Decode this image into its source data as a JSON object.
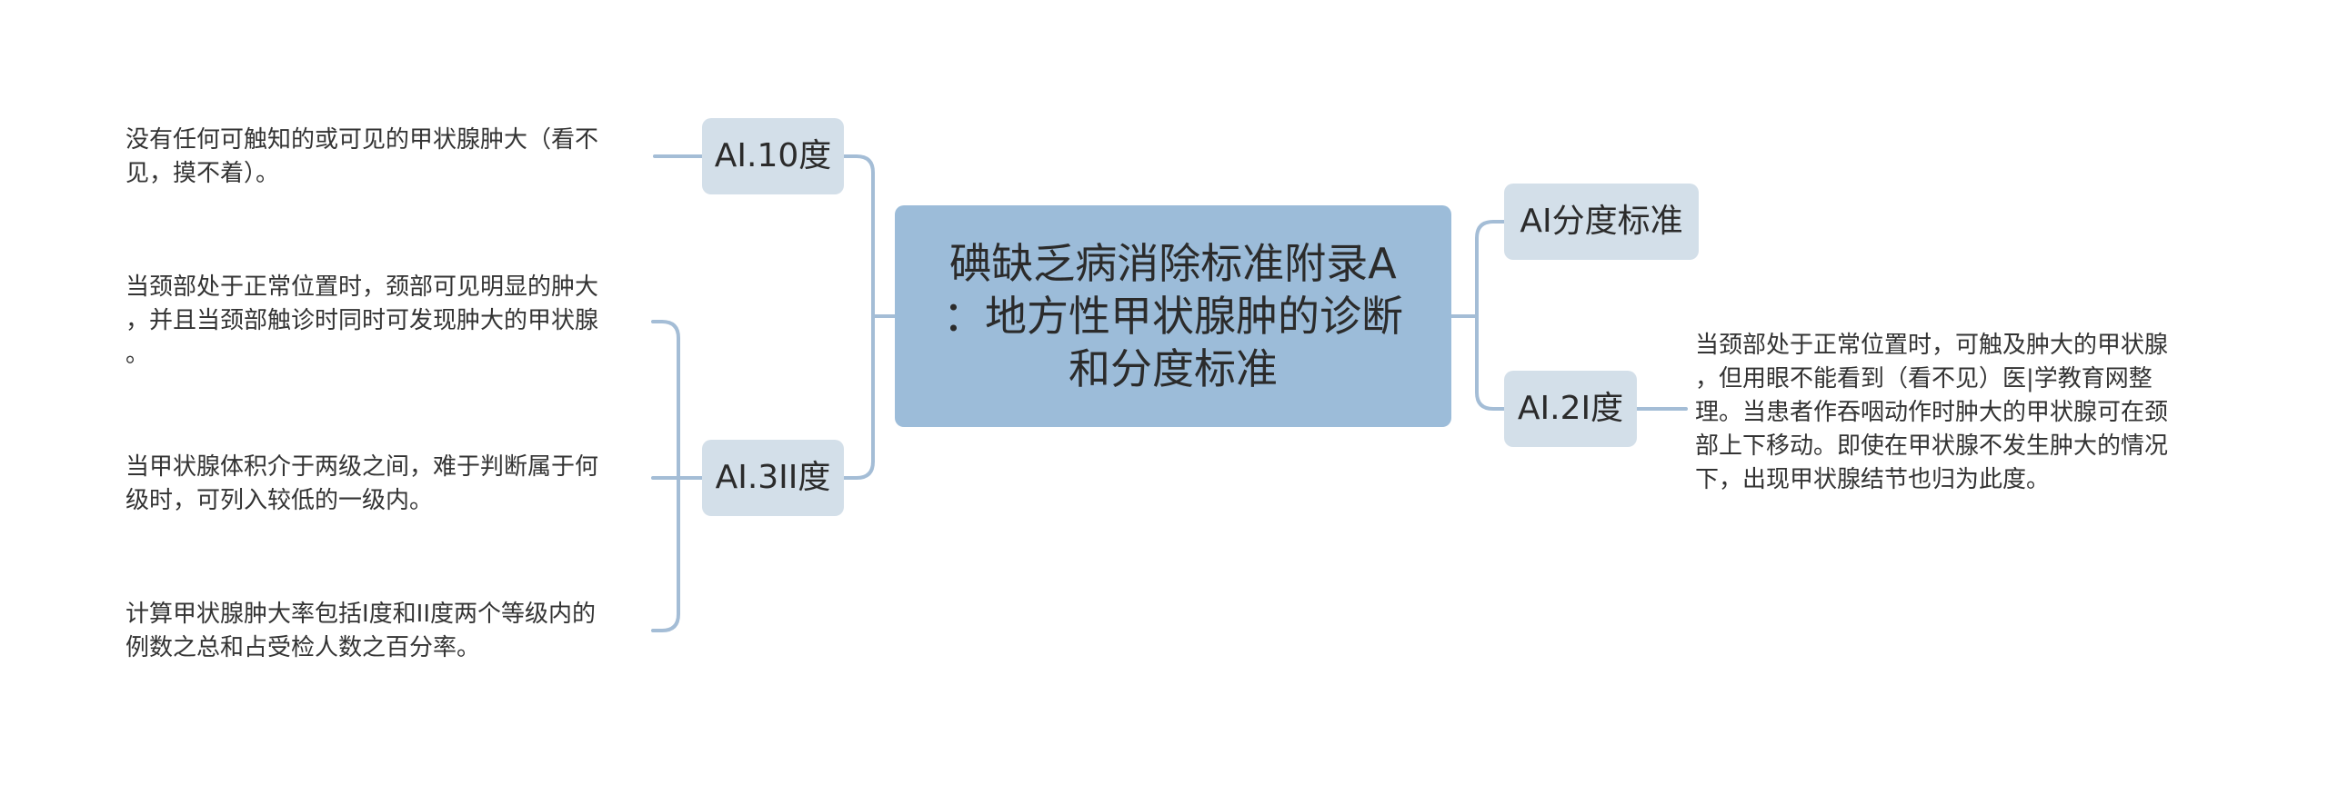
{
  "mindmap": {
    "root": {
      "label": "碘缺乏病消除标准附录A：地方性甲状腺肿的诊断和分度标准",
      "lines": [
        "碘缺乏病消除标准附录A",
        "：地方性甲状腺肿的诊断",
        "和分度标准"
      ]
    },
    "branches": {
      "a10": {
        "label": "AI.10度",
        "items": [
          {
            "text": "没有任何可触知的或可见的甲状腺肿大（看不见，摸不着）。",
            "lines": [
              "没有任何可触知的或可见的甲状腺肿大（看不",
              "见，摸不着）。"
            ]
          }
        ]
      },
      "a3": {
        "label": "AI.3II度",
        "items": [
          {
            "text": "当颈部处于正常位置时，颈部可见明显的肿大，并且当颈部触诊时同时可发现肿大的甲状腺。",
            "lines": [
              "当颈部处于正常位置时，颈部可见明显的肿大",
              "，并且当颈部触诊时同时可发现肿大的甲状腺",
              "。"
            ]
          },
          {
            "text": "当甲状腺体积介于两级之间，难于判断属于何级时，可列入较低的一级内。",
            "lines": [
              "当甲状腺体积介于两级之间，难于判断属于何",
              "级时，可列入较低的一级内。"
            ]
          },
          {
            "text": "计算甲状腺肿大率包括I度和II度两个等级内的例数之总和占受检人数之百分率。",
            "lines": [
              "计算甲状腺肿大率包括I度和II度两个等级内的",
              "例数之总和占受检人数之百分率。"
            ]
          }
        ]
      },
      "ai": {
        "label": "AI分度标准",
        "items": []
      },
      "a2": {
        "label": "AI.2I度",
        "items": [
          {
            "text": "当颈部处于正常位置时，可触及肿大的甲状腺，但用眼不能看到（看不见）医|学教育网整理。当患者作吞咽动作时肿大的甲状腺可在颈部上下移动。即使在甲状腺不发生肿大的情况下，出现甲状腺结节也归为此度。",
            "lines": [
              "当颈部处于正常位置时，可触及肿大的甲状腺",
              "，但用眼不能看到（看不见）医|学教育网整",
              "理。当患者作吞咽动作时肿大的甲状腺可在颈",
              "部上下移动。即使在甲状腺不发生肿大的情况",
              "下，出现甲状腺结节也归为此度。"
            ]
          }
        ]
      }
    }
  },
  "colors": {
    "root_fill": "#9cbcd9",
    "branch_fill": "#d3dfe9",
    "connector": "#a4bdd6",
    "text": "#333333"
  }
}
